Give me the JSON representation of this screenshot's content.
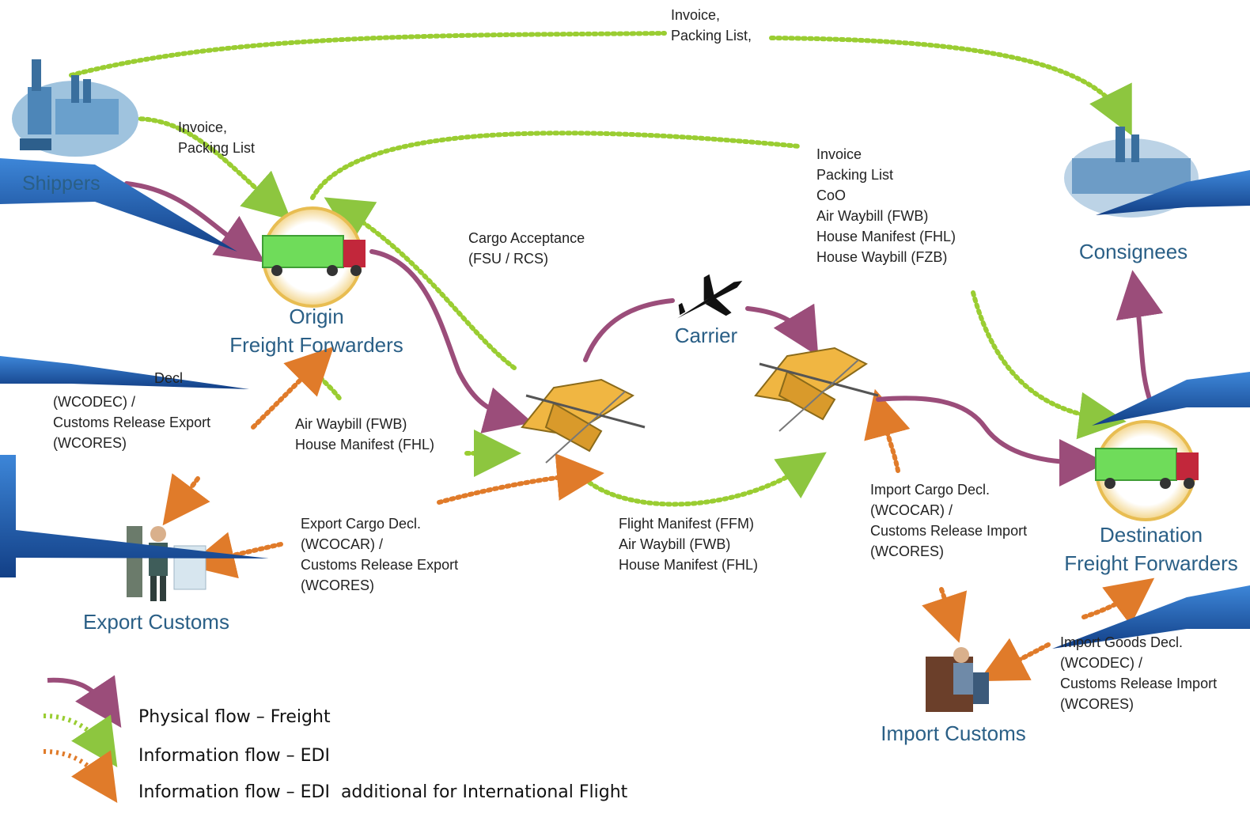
{
  "nodes": {
    "shippers": "Shippers",
    "origin_ff": "Origin\nFreight Forwarders",
    "carrier": "Carrier",
    "consignees": "Consignees",
    "destination_ff": "Destination\nFreight Forwarders",
    "export_customs": "Export Customs",
    "import_customs": "Import Customs"
  },
  "labels": {
    "top_invoice": "Invoice,\nPacking List,",
    "shipper_invoice": "Invoice,\nPacking List",
    "right_docs": "Invoice\nPacking List\nCoO\nAir Waybill (FWB)\nHouse Manifest (FHL)\nHouse Waybill (FZB)",
    "cargo_acceptance": "Cargo Acceptance\n(FSU / RCS)",
    "export_goods_decl": "(WCODEC) /\nCustoms Release Export\n(WCORES)",
    "export_goods_decl_top": "Decl",
    "awb_origin": "Air Waybill (FWB)\nHouse Manifest (FHL)",
    "export_cargo_decl": "Export Cargo Decl.\n(WCOCAR) /\nCustoms Release Export\n(WCORES)",
    "flight_manifest": "Flight Manifest (FFM)\nAir Waybill (FWB)\nHouse Manifest (FHL)",
    "import_cargo_decl": "Import Cargo Decl.\n(WCOCAR) /\nCustoms Release Import\n(WCORES)",
    "import_goods_decl": "Import Goods Decl.\n(WCODEC) /\nCustoms Release Import\n(WCORES)"
  },
  "legend": {
    "physical": "Physical flow – Freight",
    "info": "Information flow – EDI",
    "info_intl": "Information flow – EDI  additional for International Flight"
  },
  "colors": {
    "physical": "#9b4d7a",
    "info": "#9acd32",
    "info_intl": "#e07b2a",
    "title": "#2a5f86",
    "callout": "#1f5fa8"
  }
}
